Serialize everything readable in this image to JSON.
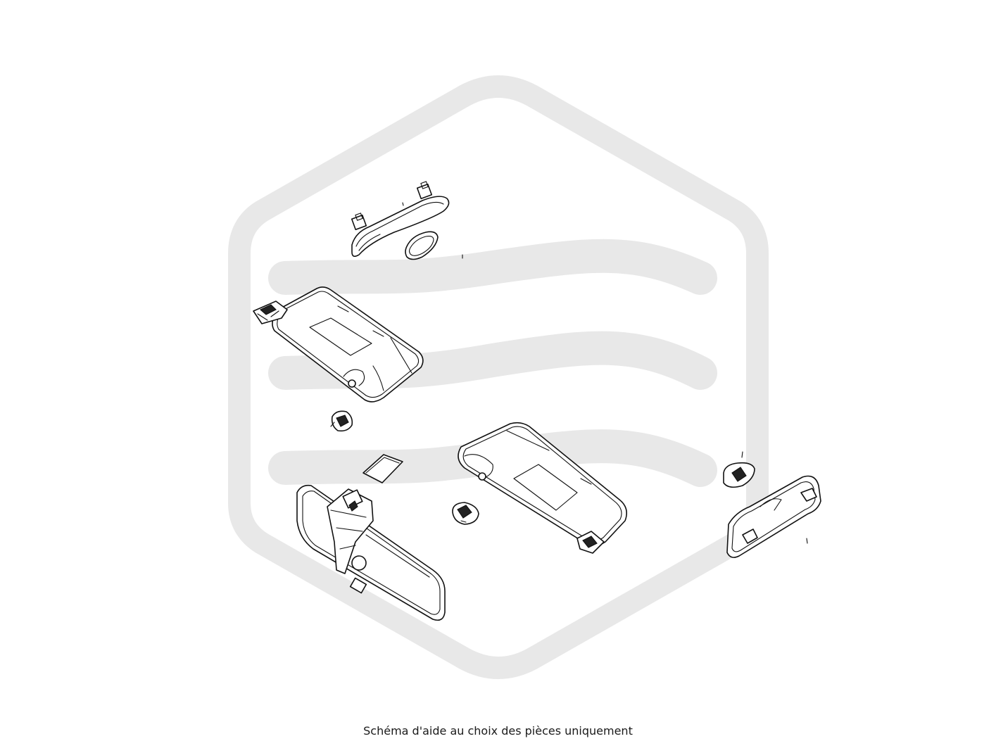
{
  "caption": "Schéma d'aide au choix des pièces uniquement",
  "watermark": {
    "color": "#e8e8e8",
    "shape": "hexagon-logo"
  },
  "parts": [
    {
      "name": "grab-handle"
    },
    {
      "name": "grab-handle-cover"
    },
    {
      "name": "sun-visor-left"
    },
    {
      "name": "visor-clip-left"
    },
    {
      "name": "mirror-pad"
    },
    {
      "name": "rear-view-mirror"
    },
    {
      "name": "sun-visor-right"
    },
    {
      "name": "visor-clip-right"
    },
    {
      "name": "visor-clip-small"
    },
    {
      "name": "courtesy-light-housing"
    }
  ]
}
